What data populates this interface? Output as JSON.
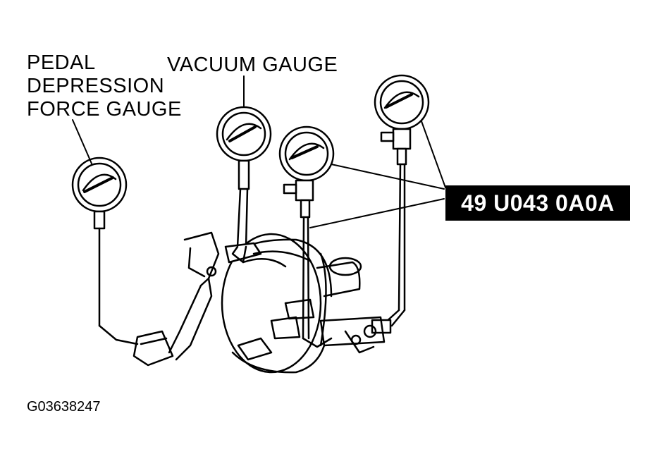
{
  "labels": {
    "pedal_line1": "PEDAL",
    "pedal_line2": "DEPRESSION",
    "pedal_line3": "FORCE GAUGE",
    "vacuum": "VACUUM GAUGE"
  },
  "tool_number": "49 U043 0A0A",
  "figure_id": "G03638247",
  "colors": {
    "ink": "#000000",
    "paper": "#ffffff",
    "badge_text": "#ffffff"
  }
}
